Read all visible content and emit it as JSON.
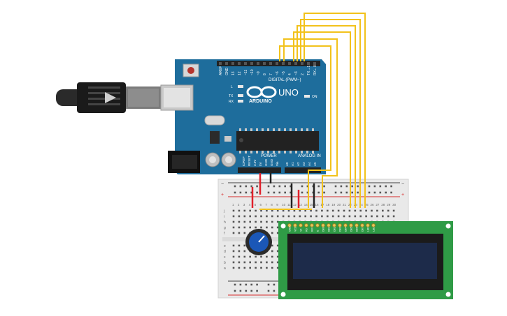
{
  "arduino": {
    "brand": "ARDUINO",
    "model": "UNO",
    "digital_header_label": "DIGITAL (PWM~)",
    "analog_header_label": "ANALOG IN",
    "power_header_label": "POWER",
    "on_label": "ON",
    "led_labels": [
      "L",
      "TX",
      "RX"
    ],
    "digital_pins": [
      "AREF",
      "GND",
      "13",
      "12",
      "~11",
      "~10",
      "~9",
      "8",
      "7",
      "~6",
      "~5",
      "4",
      "~3",
      "2",
      "TX→1",
      "RX←0"
    ],
    "power_pins": [
      "IOREF",
      "RESET",
      "3.3V",
      "5V",
      "GND",
      "GND",
      "Vin"
    ],
    "analog_pins": [
      "A0",
      "A1",
      "A2",
      "A3",
      "A4",
      "A5"
    ]
  },
  "breadboard": {
    "column_numbers": [
      "1",
      "2",
      "3",
      "4",
      "5",
      "6",
      "7",
      "8",
      "9",
      "10",
      "11",
      "12",
      "13",
      "14",
      "15",
      "16",
      "17",
      "18",
      "19",
      "20",
      "21",
      "22",
      "23",
      "24",
      "25",
      "26",
      "27",
      "28",
      "29",
      "30"
    ],
    "row_labels_top": [
      "j",
      "i",
      "h",
      "g",
      "f"
    ],
    "row_labels_bottom": [
      "e",
      "d",
      "c",
      "b",
      "a"
    ],
    "rail_plus": "+",
    "rail_minus": "−"
  },
  "lcd": {
    "pin_labels": [
      "GND",
      "VCC",
      "V0",
      "RS",
      "RW",
      "E",
      "DB0",
      "DB1",
      "DB2",
      "DB3",
      "DB4",
      "DB5",
      "DB6",
      "DB7",
      "LED",
      "LED"
    ]
  },
  "colors": {
    "board": "#1e6d9c",
    "board_dark": "#15547a",
    "wire_signal": "#f2c21b",
    "wire_power": "#e0202a",
    "wire_ground": "#222222",
    "lcd_pcb": "#2f9b46",
    "lcd_screen": "#1d2b4a",
    "pot_knob": "#1b57b7"
  }
}
